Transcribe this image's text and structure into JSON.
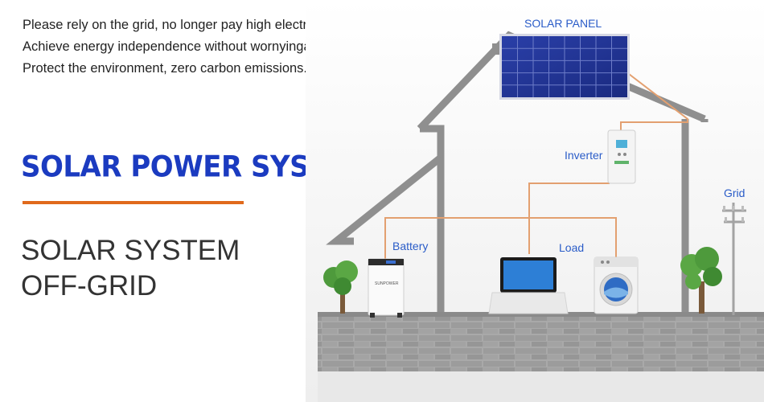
{
  "intro": {
    "line1": "Please rely on the grid, no longer pay high electricity bills",
    "line2": "Achieve energy independence without wornyingabout power outages.",
    "line3": "Protect the environment, zero carbon emissions."
  },
  "headline": "SOLAR POWER SYSTEM",
  "subtitle": {
    "line1": "SOLAR SYSTEM",
    "line2": "OFF-GRID"
  },
  "diagram": {
    "solar_panel_label": "SOLAR PANEL",
    "inverter_label": "Inverter",
    "battery_label": "Battery",
    "load_label": "Load",
    "grid_label": "Grid",
    "battery_brand": "SUNPOWER"
  },
  "colors": {
    "headline": "#1b3bc0",
    "accent_bar": "#e06a1c",
    "wire": "#e3a070",
    "label": "#2a5cc8"
  }
}
